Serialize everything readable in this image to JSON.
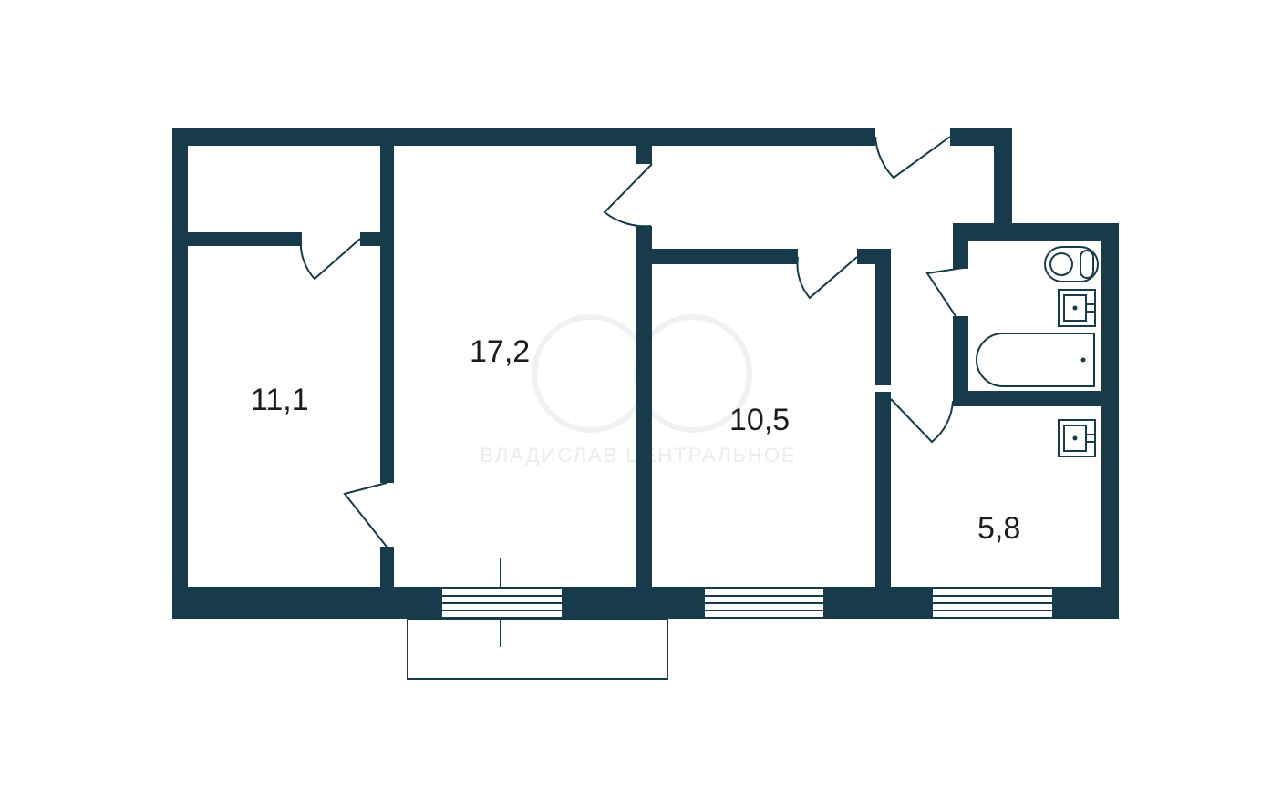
{
  "colors": {
    "wall": "#173b4a",
    "label": "#1c1c1c",
    "watermark": "#d9dde0",
    "background": "#ffffff"
  },
  "rooms": [
    {
      "id": "room-left",
      "area": "11,1"
    },
    {
      "id": "room-living",
      "area": "17,2"
    },
    {
      "id": "room-middle",
      "area": "10,5"
    },
    {
      "id": "kitchen",
      "area": "5,8"
    }
  ],
  "watermark": {
    "text": "ВЛАДИСЛАВ ЦЕНТРАЛЬНОЕ"
  }
}
